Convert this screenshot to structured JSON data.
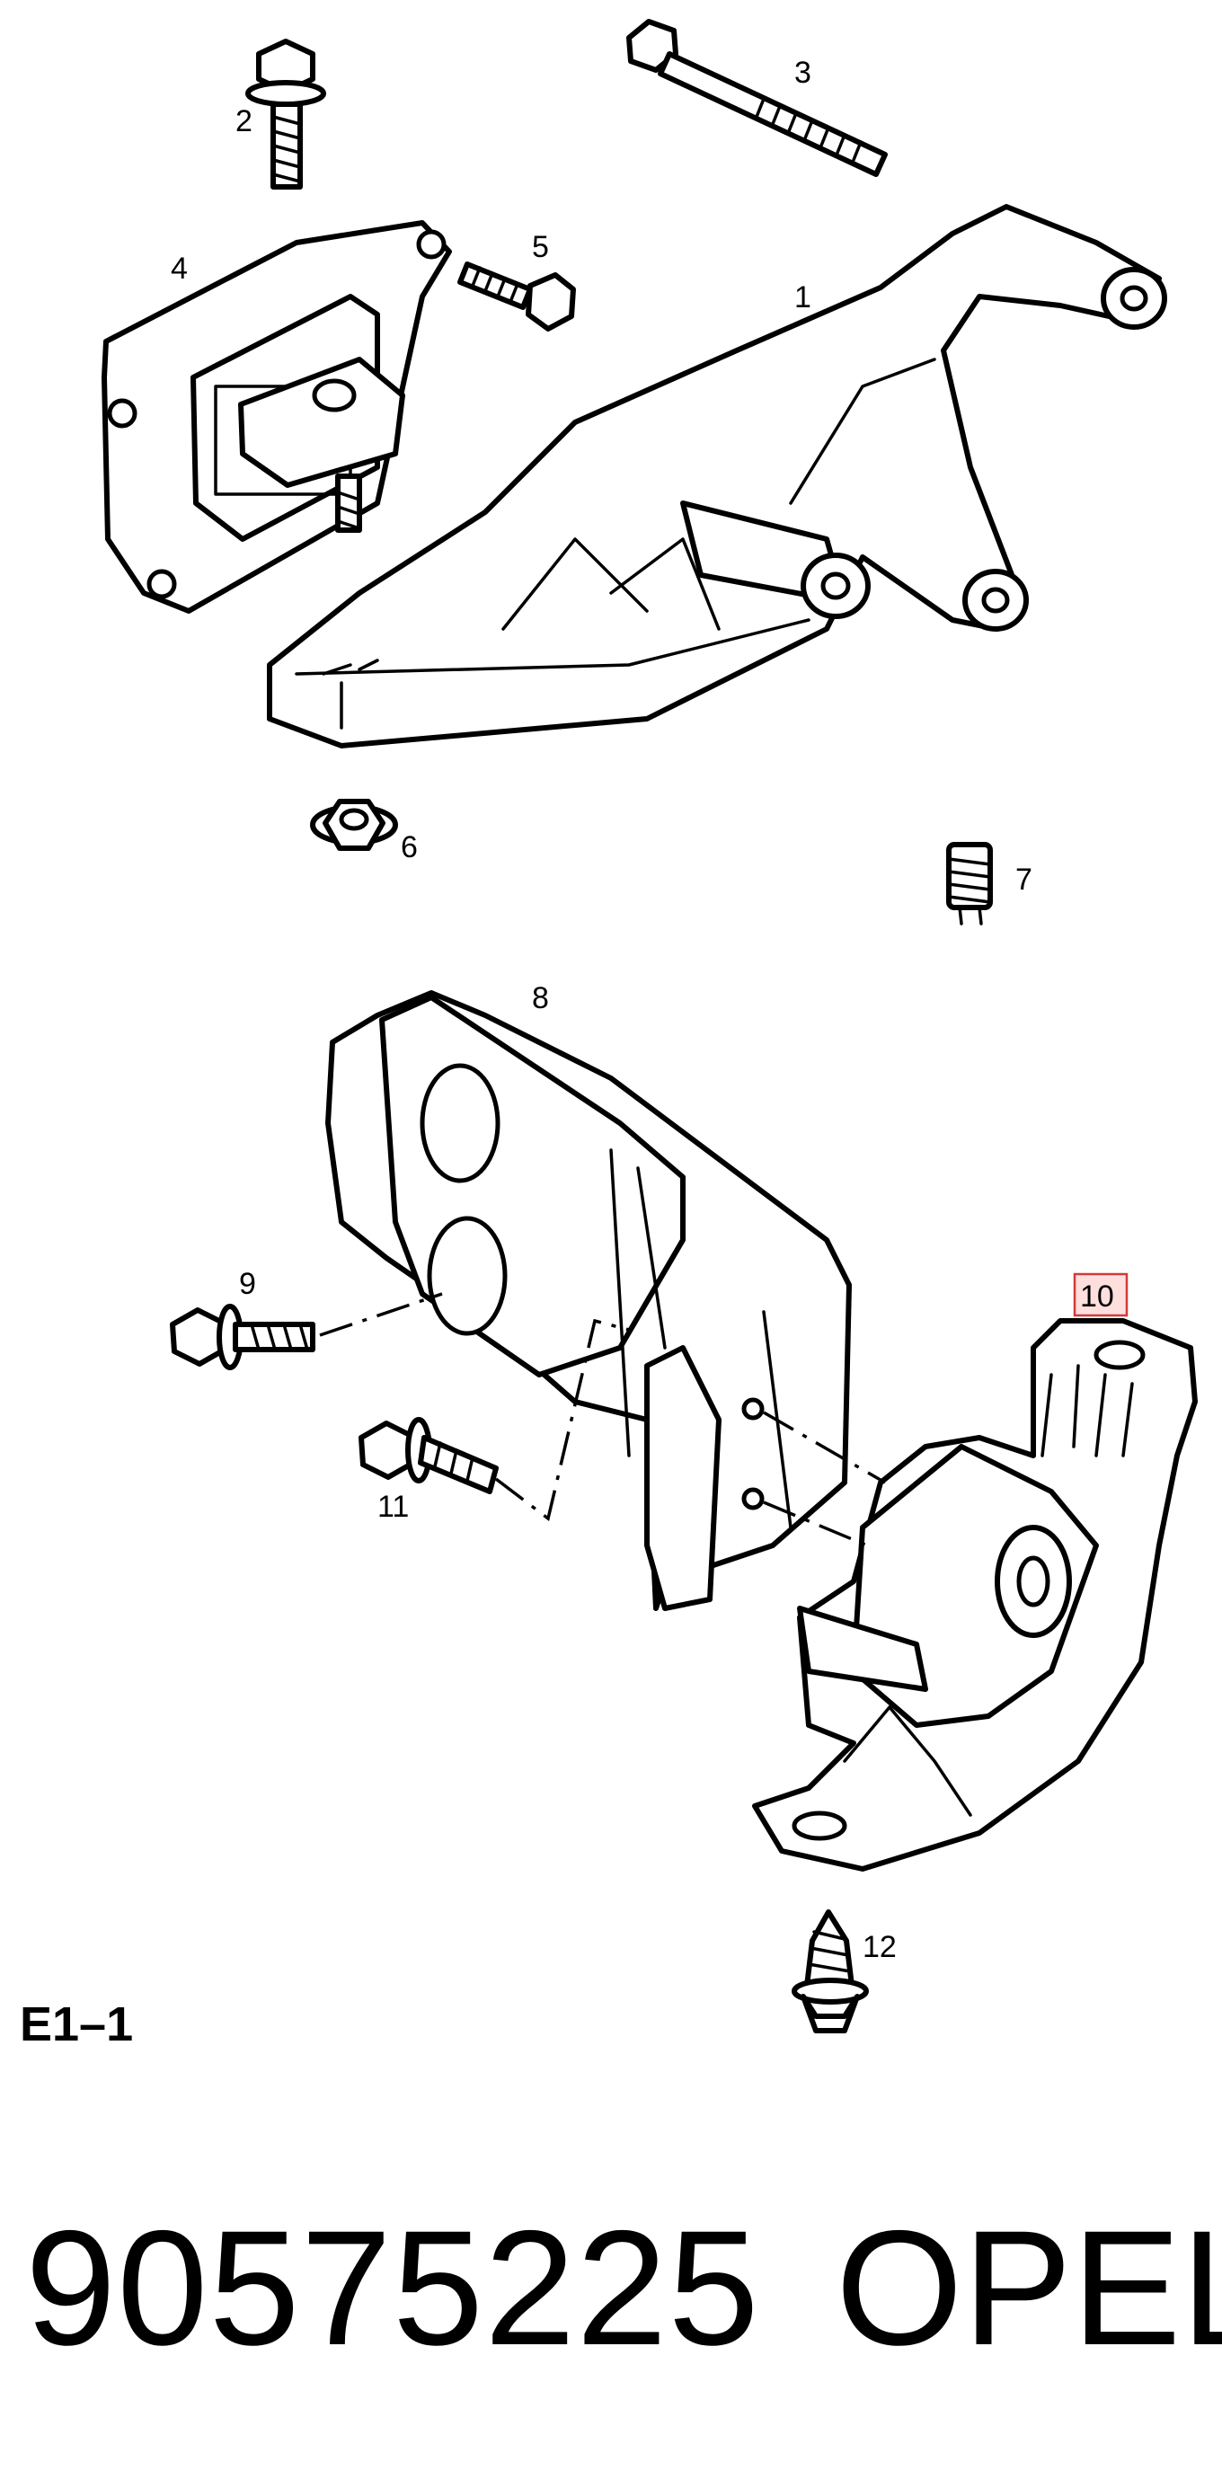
{
  "callouts": {
    "c1": "1",
    "c2": "2",
    "c3": "3",
    "c4": "4",
    "c5": "5",
    "c6": "6",
    "c7": "7",
    "c8": "8",
    "c9": "9",
    "c10": "10",
    "c11": "11",
    "c12": "12"
  },
  "figure_code": "E1–1",
  "part_number": "90575225",
  "brand": "OPEL",
  "highlight_color": "#d23a3a"
}
